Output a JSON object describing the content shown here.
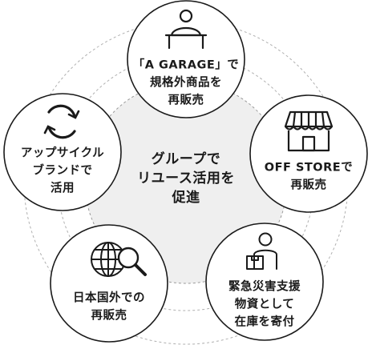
{
  "center": {
    "lines": [
      "グループで",
      "リユース活用を",
      "促進"
    ]
  },
  "nodes": [
    {
      "id": "a-garage",
      "icon": "presenter-at-desk-icon",
      "lines": [
        "「A GARAGE」で",
        "規格外商品を",
        "再販売"
      ]
    },
    {
      "id": "off-store",
      "icon": "storefront-icon",
      "lines": [
        "OFF STOREで",
        "再販売"
      ]
    },
    {
      "id": "disaster-relief",
      "icon": "person-carrying-box-icon",
      "lines": [
        "緊急災害支援",
        "物資として",
        "在庫を寄付"
      ]
    },
    {
      "id": "overseas",
      "icon": "globe-magnifier-icon",
      "lines": [
        "日本国外での",
        "再販売"
      ]
    },
    {
      "id": "upcycle",
      "icon": "circular-arrows-icon",
      "lines": [
        "アップサイクル",
        "ブランドで",
        "活用"
      ]
    }
  ],
  "colors": {
    "background": "#ffffff",
    "center_fill": "#efefef",
    "stroke": "#1a1a1a",
    "dashed_ring": "#9a9a9a",
    "text": "#1a1a1a"
  }
}
